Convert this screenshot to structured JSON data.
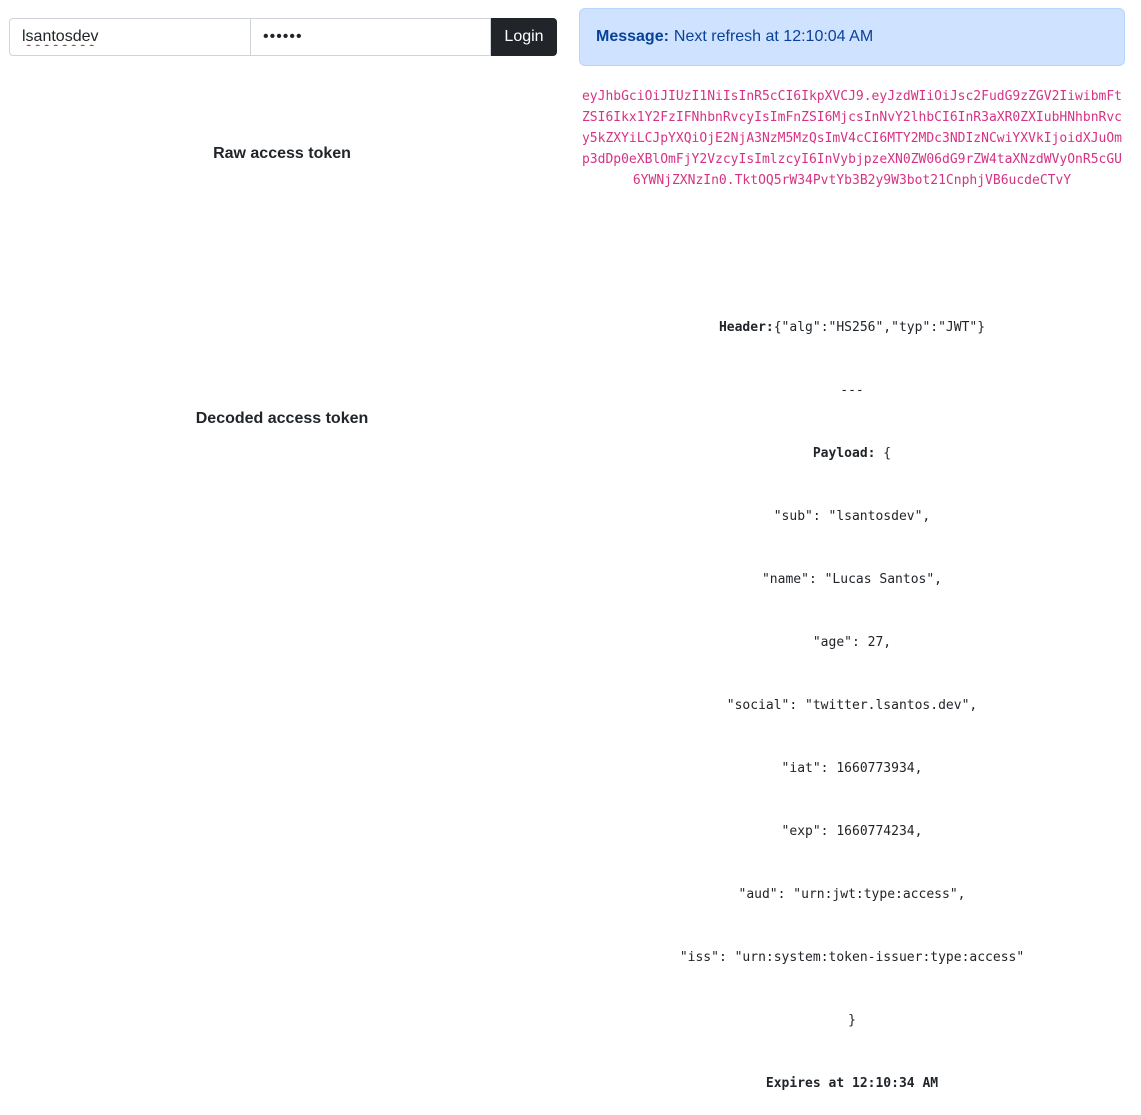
{
  "login": {
    "username_value": "lsantosdev",
    "password_value": "123456",
    "login_label": "Login"
  },
  "message": {
    "label": "Message:",
    "text": "Next refresh at 12:10:04 AM"
  },
  "labels": {
    "raw": "Raw access token",
    "decoded": "Decoded access token"
  },
  "raw_token": "eyJhbGciOiJIUzI1NiIsInR5cCI6IkpXVCJ9.eyJzdWIiOiJsc2FudG9zZGV2IiwibmFtZSI6Ikx1Y2FzIFNhbnRvcyIsImFnZSI6MjcsInNvY2lhbCI6InR3aXR0ZXIubHNhbnRvcy5kZXYiLCJpYXQiOjE2NjA3NzM5MzQsImV4cCI6MTY2MDc3NDIzNCwiYXVkIjoidXJuOmp3dDp0eXBlOmFjY2VzcyIsImlzcyI6InVybjpzeXN0ZW06dG9rZW4taXNzdWVyOnR5cGU6YWNjZXNzIn0.TktOQ5rW34PvtYb3B2y9W3bot21CnphjVB6ucdeCTvY",
  "decoded": {
    "header_label": "Header:",
    "header_value": "{\"alg\":\"HS256\",\"typ\":\"JWT\"}",
    "separator": "---",
    "payload_label": "Payload:",
    "payload_open": " {",
    "payload_lines": [
      "\"sub\": \"lsantosdev\",",
      "\"name\": \"Lucas Santos\",",
      "\"age\": 27,",
      "\"social\": \"twitter.lsantos.dev\",",
      "\"iat\": 1660773934,",
      "\"exp\": 1660774234,",
      "\"aud\": \"urn:jwt:type:access\",",
      "\"iss\": \"urn:system:token-issuer:type:access\""
    ],
    "payload_close": "}",
    "expires": "Expires at 12:10:34 AM"
  }
}
